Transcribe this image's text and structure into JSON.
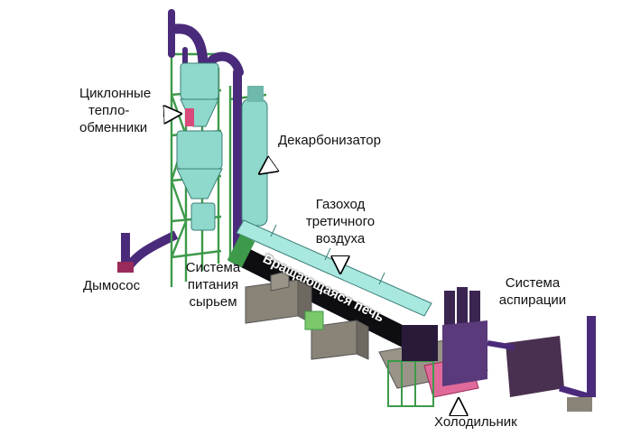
{
  "labels": {
    "cyclone_heat_exchangers": [
      "Циклонные",
      "тепло-",
      "обменники"
    ],
    "decarbonizer": "Декарбонизатор",
    "tertiary_air_duct": [
      "Газоход",
      "третичного",
      "воздуха"
    ],
    "exhauster": "Дымосос",
    "raw_feed_system": [
      "Система",
      "питания",
      "сырьем"
    ],
    "rotary_kiln": "Вращающаяся печь",
    "aspiration_system": [
      "Система",
      "аспирации"
    ],
    "cooler": "Холодильник"
  },
  "colors": {
    "frame": "#3d9a4a",
    "cyclone": "#8fd8cc",
    "duct": "#4a2a7a",
    "kiln": "#0d0d12",
    "machinery": "#8a8478",
    "hot_zone": "#d84a7a"
  }
}
